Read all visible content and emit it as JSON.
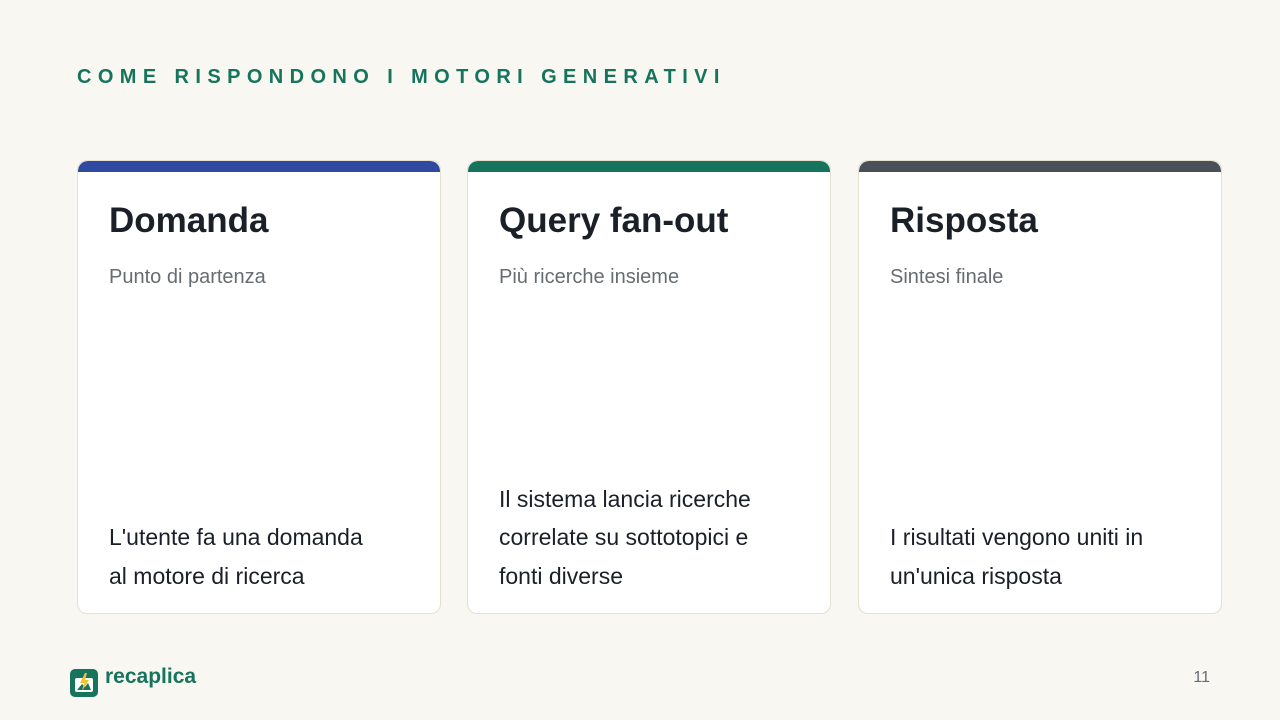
{
  "header": {
    "eyebrow": "COME RISPONDONO I MOTORI GENERATIVI"
  },
  "cards": [
    {
      "title": "Domanda",
      "subtitle": "Punto di partenza",
      "body_lines": [
        "L'utente fa una domanda",
        "al motore di ricerca"
      ],
      "accent_color": "#2f4aa0"
    },
    {
      "title": "Query fan-out",
      "subtitle": "Più ricerche insieme",
      "body_lines": [
        "Il sistema lancia ricerche",
        "correlate su sottotopici e",
        "fonti diverse"
      ],
      "accent_color": "#16735c"
    },
    {
      "title": "Risposta",
      "subtitle": "Sintesi finale",
      "body_lines": [
        "I risultati vengono uniti in",
        "un'unica risposta"
      ],
      "accent_color": "#4a5058"
    }
  ],
  "footer": {
    "brand": "recaplica",
    "logo_icon": "lightning-photo-icon",
    "brand_color": "#16735c",
    "page_number": "11"
  }
}
